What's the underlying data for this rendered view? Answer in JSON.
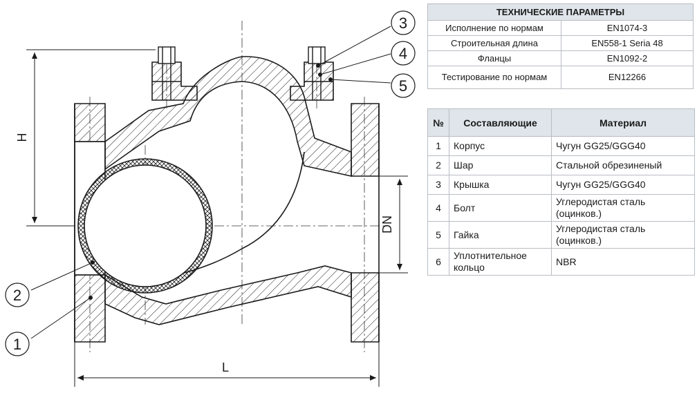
{
  "spec": {
    "header": "ТЕХНИЧЕСКИЕ ПАРАМЕТРЫ",
    "rows": [
      {
        "key": "Исполнение по нормам",
        "value": "EN1074-3"
      },
      {
        "key": "Строительная длина",
        "value": "EN558-1 Seria 48"
      },
      {
        "key": "Фланцы",
        "value": "EN1092-2"
      },
      {
        "key": "Тестирование по нормам",
        "value": "EN12266"
      }
    ]
  },
  "parts": {
    "headers": [
      "№",
      "Составляющие",
      "Материал"
    ],
    "rows": [
      {
        "no": "1",
        "part": "Корпус",
        "material": "Чугун GG25/GGG40"
      },
      {
        "no": "2",
        "part": "Шар",
        "material": "Стальной обрезиненый"
      },
      {
        "no": "3",
        "part": "Крышка",
        "material": "Чугун GG25/GGG40"
      },
      {
        "no": "4",
        "part": "Болт",
        "material": "Углеродистая сталь (оцинков.)"
      },
      {
        "no": "5",
        "part": "Гайка",
        "material": "Углеродистая сталь (оцинков.)"
      },
      {
        "no": "6",
        "part": "Уплотнительное кольцо",
        "material": "NBR"
      }
    ]
  },
  "drawing": {
    "callouts": [
      "1",
      "2",
      "3",
      "4",
      "5"
    ],
    "dims": {
      "h": "H",
      "l": "L",
      "dn": "DN"
    }
  }
}
